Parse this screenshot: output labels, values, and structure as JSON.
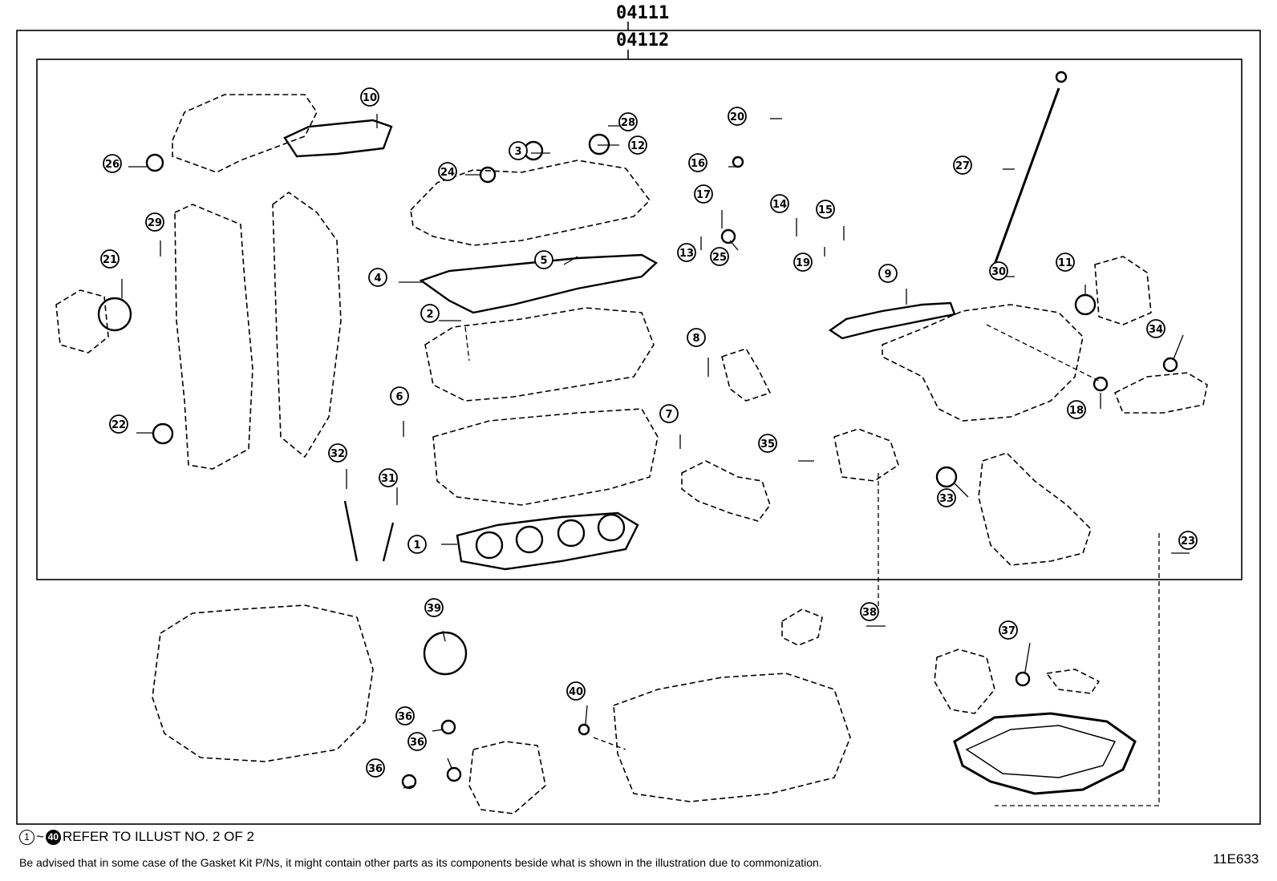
{
  "kit_numbers": {
    "outer": "04111",
    "inner": "04112"
  },
  "callouts": [
    "1",
    "2",
    "3",
    "4",
    "5",
    "6",
    "7",
    "8",
    "9",
    "10",
    "11",
    "12",
    "13",
    "14",
    "15",
    "16",
    "17",
    "18",
    "19",
    "20",
    "21",
    "22",
    "23",
    "24",
    "25",
    "26",
    "27",
    "28",
    "29",
    "30",
    "31",
    "32",
    "33",
    "34",
    "35",
    "36",
    "37",
    "38",
    "39",
    "40"
  ],
  "notes": {
    "refer_start": "1",
    "refer_sep": "~",
    "refer_end": "40",
    "refer_text": "REFER TO ILLUST NO. 2 OF 2",
    "advisory": "Be advised that in some case of the Gasket Kit P/Ns,  it might contain other parts as its components beside what is shown in the illustration due to commonization."
  },
  "illustration_code": "11E633"
}
